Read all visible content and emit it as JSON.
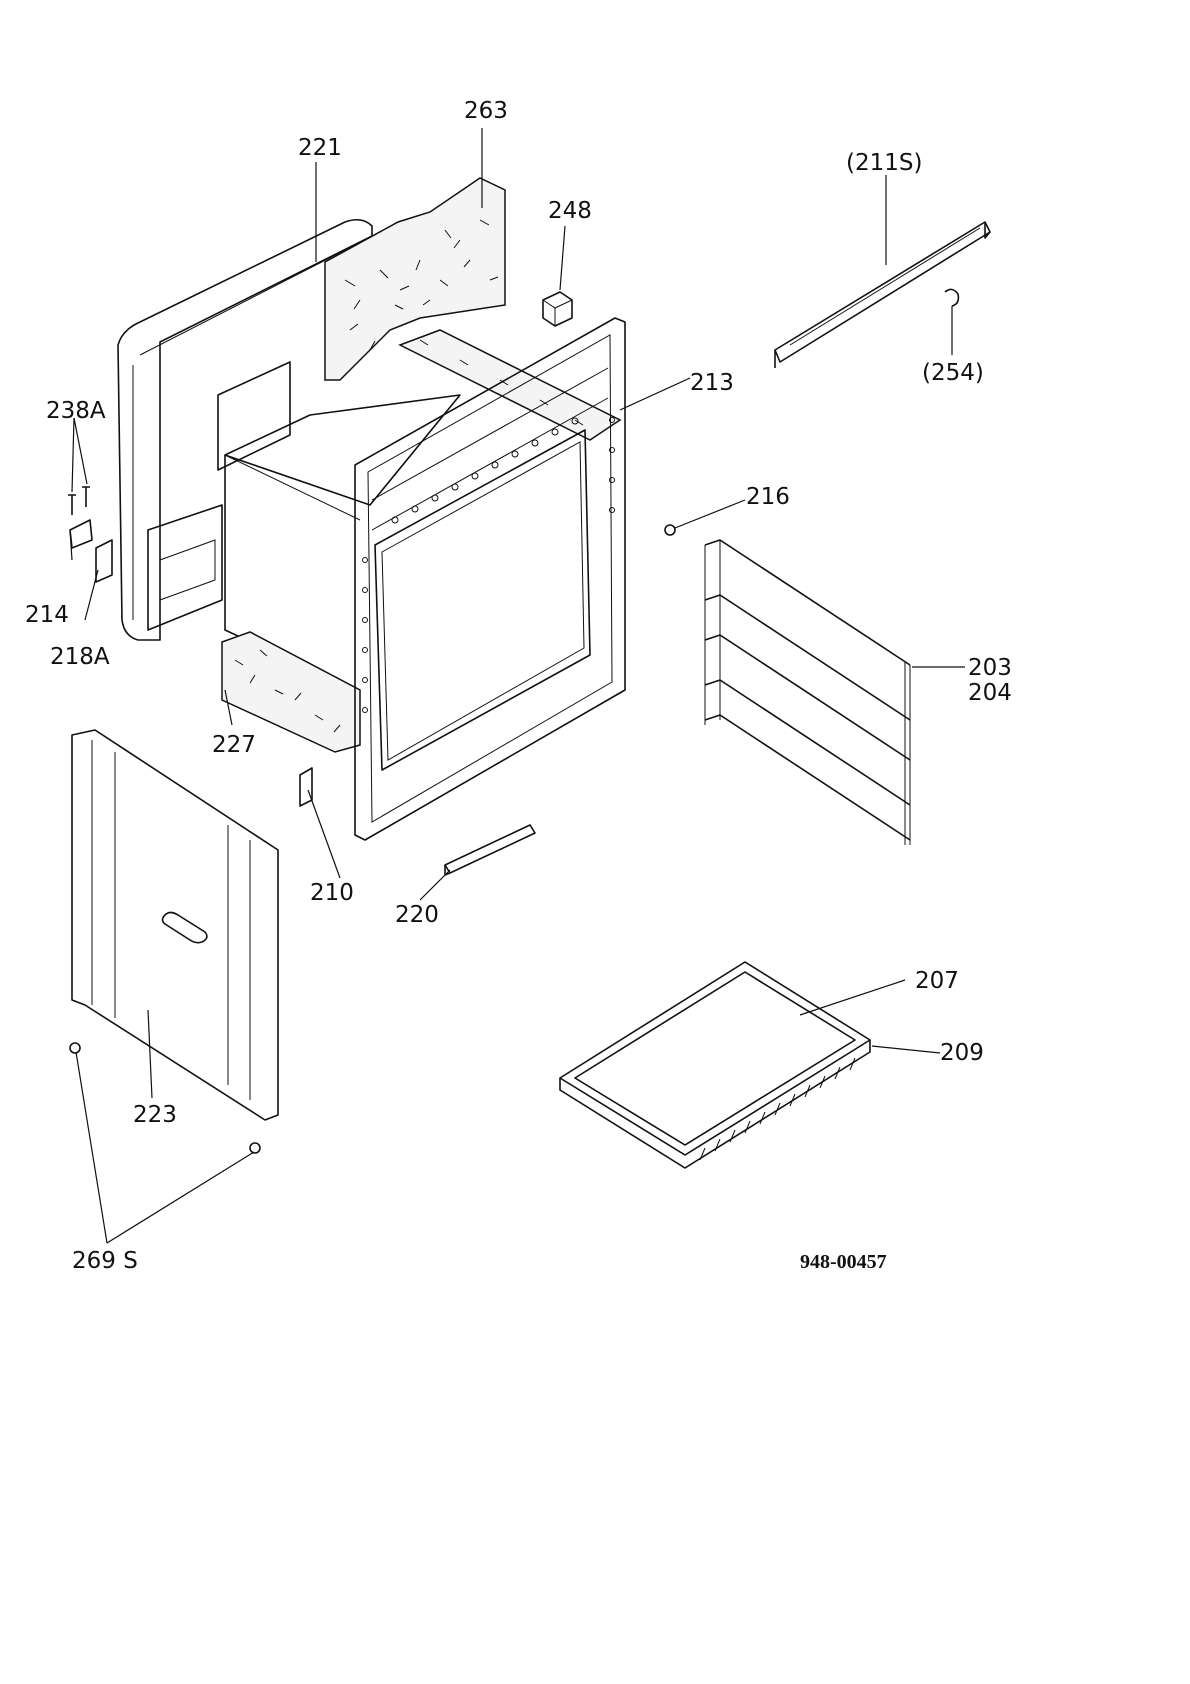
{
  "drawing_number": "948-00457",
  "labels": {
    "l263": "263",
    "l221": "221",
    "l248": "248",
    "l211s": "(211S)",
    "l254": "(254)",
    "l213": "213",
    "l238a": "238A",
    "l216": "216",
    "l214": "214",
    "l218a": "218A",
    "l203": "203",
    "l204": "204",
    "l227": "227",
    "l210": "210",
    "l220": "220",
    "l207": "207",
    "l209": "209",
    "l223": "223",
    "l269s": "269 S"
  }
}
